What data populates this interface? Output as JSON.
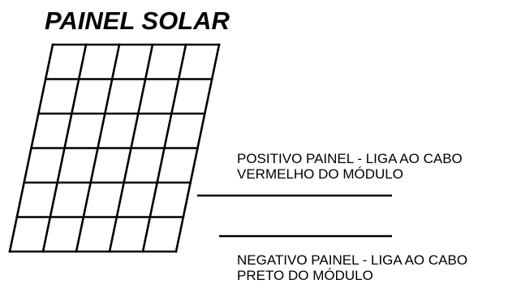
{
  "title": "PAINEL SOLAR",
  "panel": {
    "rows": 6,
    "cols": 5,
    "line_color": "#000000"
  },
  "positive_label": {
    "line1": "POSITIVO PAINEL - LIGA AO CABO",
    "line2": "VERMELHO DO MÓDULO"
  },
  "negative_label": {
    "line1": "NEGATIVO PAINEL - LIGA AO CABO",
    "line2": "PRETO DO MÓDULO"
  }
}
